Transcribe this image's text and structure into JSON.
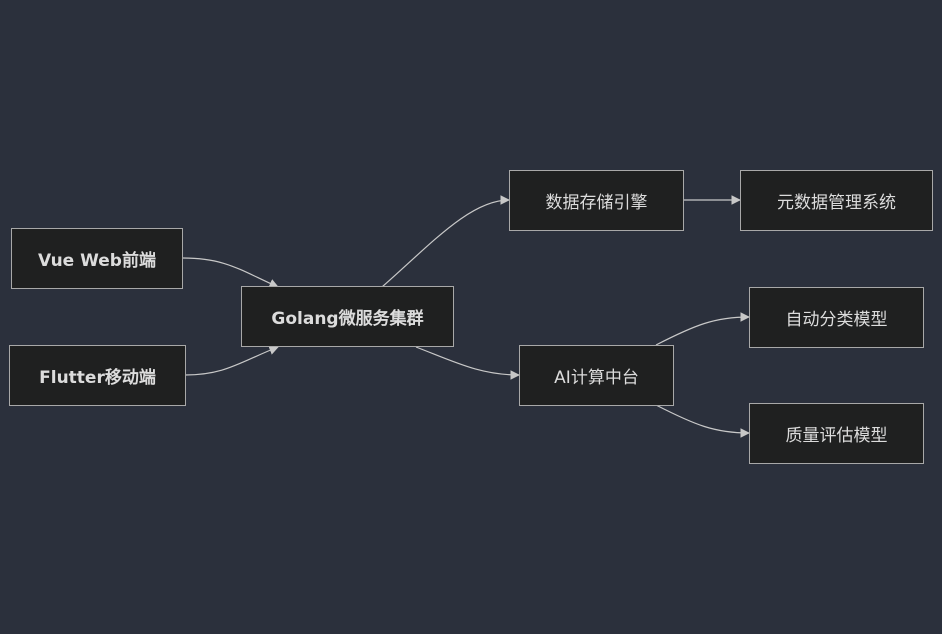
{
  "nodes": {
    "vue": "Vue Web前端",
    "flutter": "Flutter移动端",
    "golang": "Golang微服务集群",
    "storage": "数据存储引擎",
    "metadata": "元数据管理系统",
    "ai": "AI计算中台",
    "classify": "自动分类模型",
    "quality": "质量评估模型"
  },
  "colors": {
    "background": "#2b303c",
    "node_fill": "#1f2020",
    "node_border": "#a8a8a8",
    "edge": "#c8c8c8",
    "text": "#dcdcdc"
  }
}
